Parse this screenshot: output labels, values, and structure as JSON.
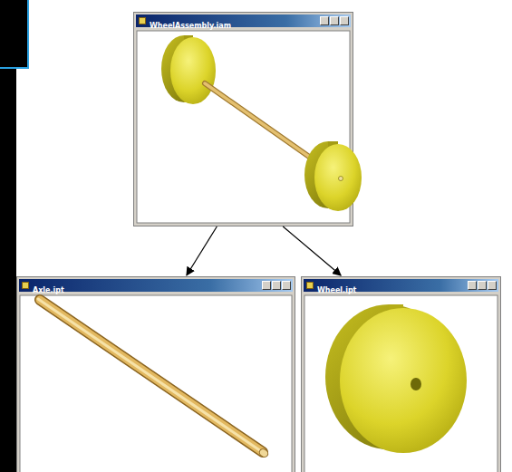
{
  "diagram": {
    "nodes": [
      {
        "text": [
          "WheelAssembly.iam"
        ]
      },
      {
        "text": [
          "Axle.ipt"
        ]
      },
      {
        "text": [
          "Wheel.ipt"
        ]
      }
    ],
    "edges": [
      {
        "from": 0,
        "to": 1,
        "arrow": "to"
      },
      {
        "from": 0,
        "to": 2,
        "arrow": "to"
      }
    ]
  }
}
